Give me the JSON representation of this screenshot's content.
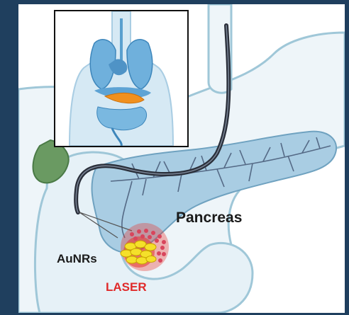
{
  "labels": {
    "pancreas": "Pancreas",
    "aunrs": "AuNRs",
    "laser": "LASER"
  },
  "colors": {
    "background": "#1f3f5e",
    "laser_text": "#e02a2a",
    "organ_outline": "#9fc7d8",
    "pancreas_fill": "#a9cde3",
    "vessel": "#556a86",
    "endoscope": "#2a2f3a",
    "nanorods": "#f5e02a",
    "tumor": "#e8342a",
    "inset_pancreas": "#f0901e"
  },
  "icons": {
    "inset": "human-torso-organs-icon",
    "endoscope": "endoscope-icon"
  }
}
